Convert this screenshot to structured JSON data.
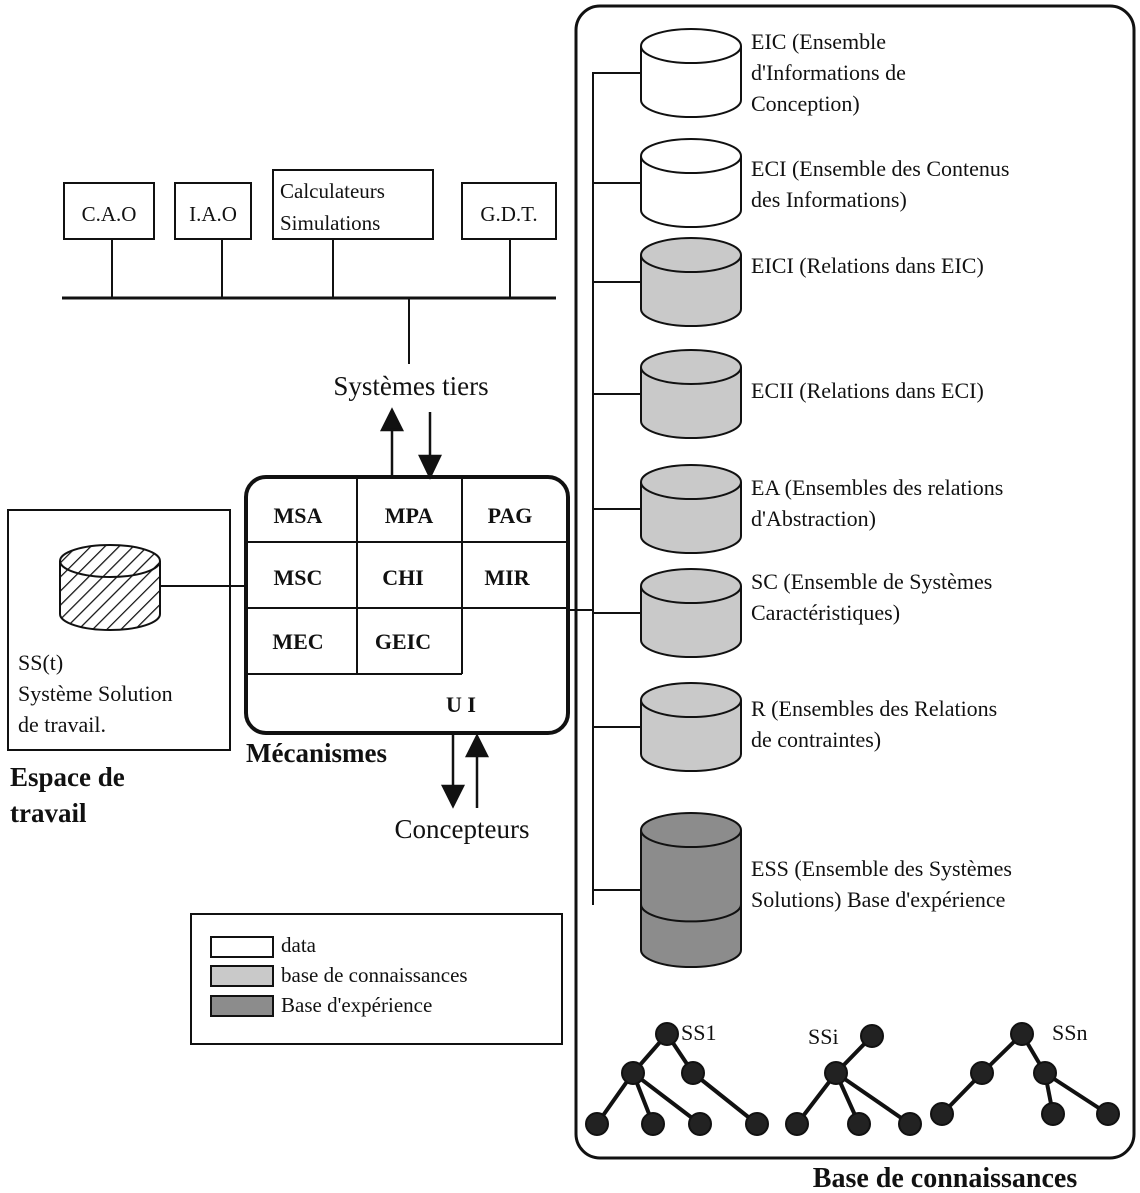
{
  "third_party_tools": [
    "C.A.O",
    "I.A.O",
    "Calculateurs",
    "Simulations",
    "G.D.T."
  ],
  "third_party_label": "Systèmes tiers",
  "designers_label": "Concepteurs",
  "mechanisms": {
    "cells": [
      "MSA",
      "MPA",
      "PAG",
      "MSC",
      "CHI",
      "MIR",
      "MEC",
      "GEIC"
    ],
    "ui_label": "U I",
    "title": "Mécanismes"
  },
  "workspace": {
    "ss_lines": [
      "SS(t)",
      "Système Solution",
      "de travail."
    ],
    "title_lines": [
      "Espace de",
      "travail"
    ]
  },
  "legend": {
    "items": [
      "data",
      "base de connaissances",
      "Base d'expérience"
    ]
  },
  "knowledge_base": {
    "title": "Base de connaissances",
    "stores": [
      {
        "lines": [
          "EIC (Ensemble",
          "d'Informations de",
          "Conception)"
        ],
        "kind": "data"
      },
      {
        "lines": [
          "ECI (Ensemble des Contenus",
          "des Informations)"
        ],
        "kind": "data"
      },
      {
        "lines": [
          "EICI (Relations dans EIC)"
        ],
        "kind": "knowledge"
      },
      {
        "lines": [
          "ECII (Relations dans ECI)"
        ],
        "kind": "knowledge"
      },
      {
        "lines": [
          "EA (Ensembles des relations",
          "d'Abstraction)"
        ],
        "kind": "knowledge"
      },
      {
        "lines": [
          "SC (Ensemble de Systèmes",
          "Caractéristiques)"
        ],
        "kind": "knowledge"
      },
      {
        "lines": [
          "R (Ensembles des Relations",
          "de contraintes)"
        ],
        "kind": "knowledge"
      },
      {
        "lines": [
          "ESS (Ensemble des Systèmes",
          "Solutions) Base d'expérience"
        ],
        "kind": "experience"
      }
    ],
    "trees": [
      "SS1",
      "SSi",
      "SSn"
    ]
  },
  "colors": {
    "ink": "#111111",
    "knowledge_fill": "#c9c9c9",
    "experience_fill": "#8c8c8c",
    "node": "#222222"
  }
}
